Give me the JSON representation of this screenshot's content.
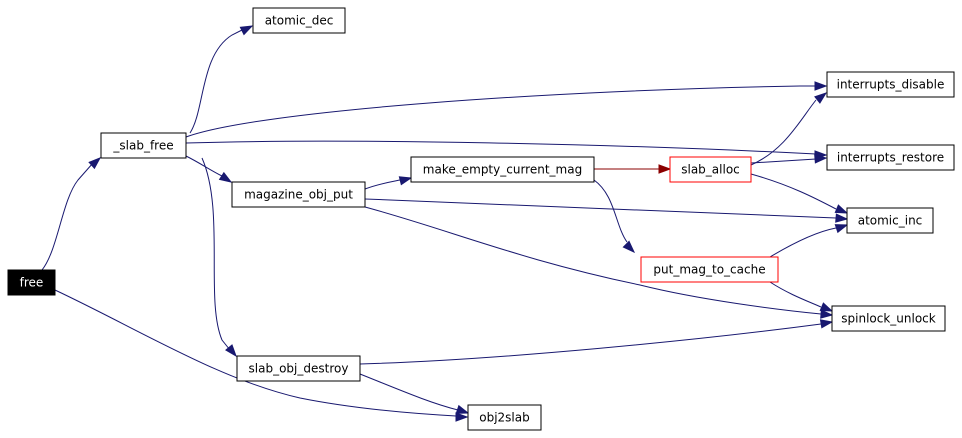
{
  "graph": {
    "nodes": [
      {
        "id": "free",
        "label": "free",
        "style": "root"
      },
      {
        "id": "slab_free",
        "label": "_slab_free",
        "style": "normal"
      },
      {
        "id": "atomic_dec",
        "label": "atomic_dec",
        "style": "normal"
      },
      {
        "id": "magazine_obj_put",
        "label": "magazine_obj_put",
        "style": "normal"
      },
      {
        "id": "make_empty_current_mag",
        "label": "make_empty_current_mag",
        "style": "normal"
      },
      {
        "id": "slab_alloc",
        "label": "slab_alloc",
        "style": "red"
      },
      {
        "id": "interrupts_disable",
        "label": "interrupts_disable",
        "style": "normal"
      },
      {
        "id": "interrupts_restore",
        "label": "interrupts_restore",
        "style": "normal"
      },
      {
        "id": "atomic_inc",
        "label": "atomic_inc",
        "style": "normal"
      },
      {
        "id": "put_mag_to_cache",
        "label": "put_mag_to_cache",
        "style": "red"
      },
      {
        "id": "spinlock_unlock",
        "label": "spinlock_unlock",
        "style": "normal"
      },
      {
        "id": "slab_obj_destroy",
        "label": "slab_obj_destroy",
        "style": "normal"
      },
      {
        "id": "obj2slab",
        "label": "obj2slab",
        "style": "normal"
      }
    ],
    "edges": [
      {
        "from": "free",
        "to": "slab_free",
        "color": "#191970"
      },
      {
        "from": "free",
        "to": "obj2slab",
        "color": "#191970"
      },
      {
        "from": "slab_free",
        "to": "atomic_dec",
        "color": "#191970"
      },
      {
        "from": "slab_free",
        "to": "interrupts_disable",
        "color": "#191970"
      },
      {
        "from": "slab_free",
        "to": "interrupts_restore",
        "color": "#191970"
      },
      {
        "from": "slab_free",
        "to": "magazine_obj_put",
        "color": "#191970"
      },
      {
        "from": "slab_free",
        "to": "slab_obj_destroy",
        "color": "#191970"
      },
      {
        "from": "magazine_obj_put",
        "to": "make_empty_current_mag",
        "color": "#191970"
      },
      {
        "from": "magazine_obj_put",
        "to": "atomic_inc",
        "color": "#191970"
      },
      {
        "from": "magazine_obj_put",
        "to": "spinlock_unlock",
        "color": "#191970"
      },
      {
        "from": "make_empty_current_mag",
        "to": "slab_alloc",
        "color": "#8b0000"
      },
      {
        "from": "make_empty_current_mag",
        "to": "put_mag_to_cache",
        "color": "#191970"
      },
      {
        "from": "slab_alloc",
        "to": "interrupts_disable",
        "color": "#191970"
      },
      {
        "from": "slab_alloc",
        "to": "interrupts_restore",
        "color": "#191970"
      },
      {
        "from": "slab_alloc",
        "to": "atomic_inc",
        "color": "#191970"
      },
      {
        "from": "put_mag_to_cache",
        "to": "atomic_inc",
        "color": "#191970"
      },
      {
        "from": "put_mag_to_cache",
        "to": "spinlock_unlock",
        "color": "#191970"
      },
      {
        "from": "slab_obj_destroy",
        "to": "spinlock_unlock",
        "color": "#191970"
      },
      {
        "from": "slab_obj_destroy",
        "to": "obj2slab",
        "color": "#191970"
      }
    ]
  }
}
